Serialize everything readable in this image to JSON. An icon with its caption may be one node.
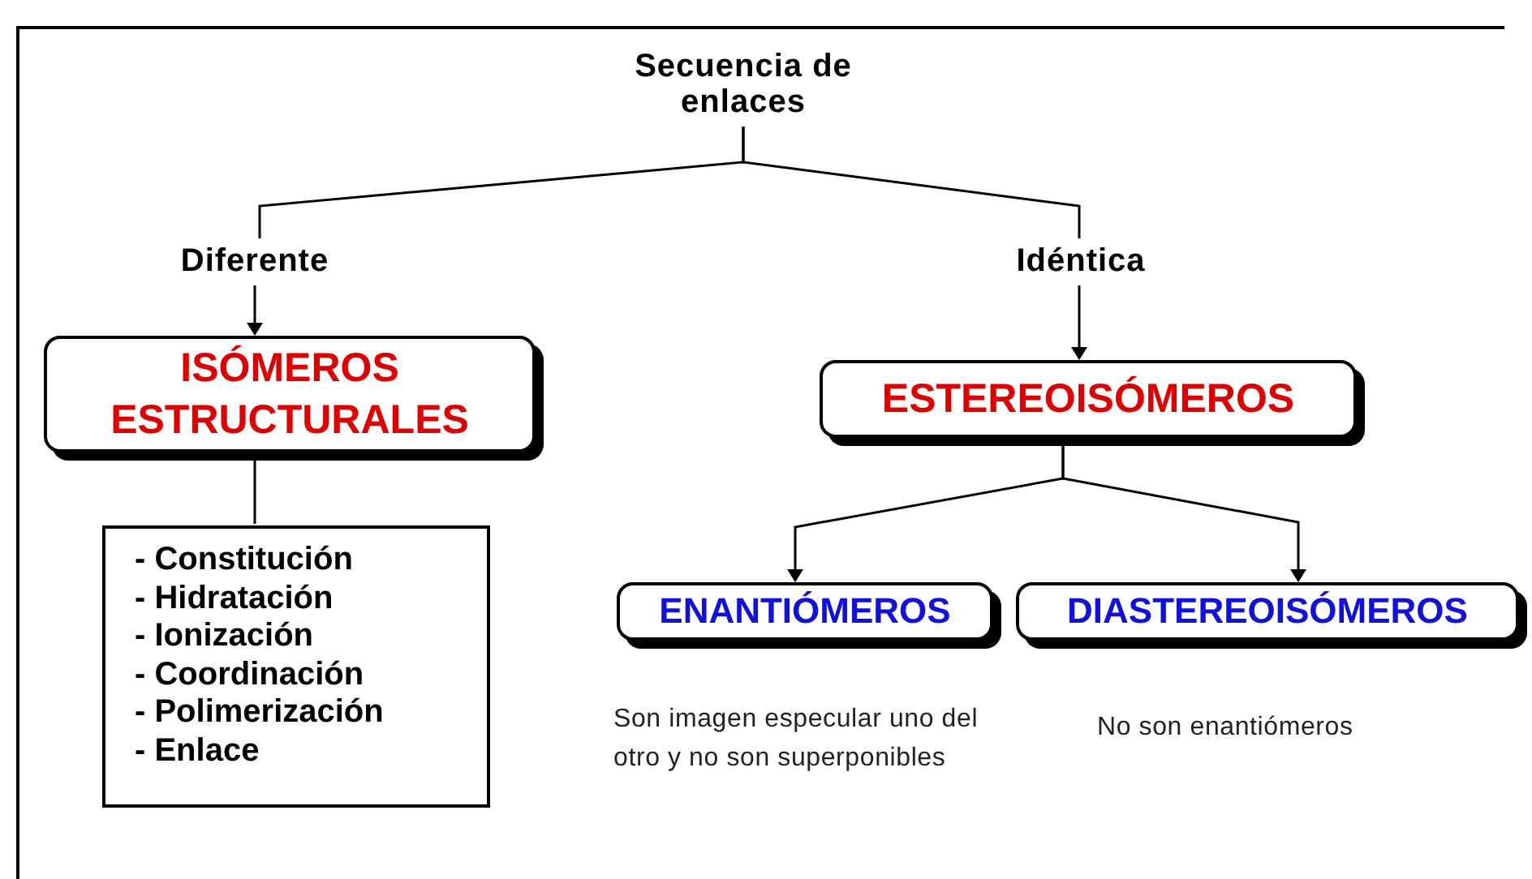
{
  "diagram": {
    "nodes": [
      {
        "text": [
          "Secuencia de enlaces"
        ]
      },
      {
        "text": [
          "Diferente"
        ]
      },
      {
        "text": [
          "Idéntica"
        ]
      },
      {
        "text": [
          "ISÓMEROS ESTRUCTURALES"
        ]
      },
      {
        "text": [
          "ESTEREOISÓMEROS"
        ]
      },
      {
        "text": [
          "- Constitución",
          "- Hidratación",
          "- Ionización",
          "- Coordinación",
          "- Polimerización",
          "- Enlace"
        ]
      },
      {
        "text": [
          "ENANTIÓMEROS"
        ],
        "beside": [
          "Son imagen especular uno del otro y no son superponibles"
        ]
      },
      {
        "text": [
          "DIASTEREOISÓMEROS"
        ],
        "beside": [
          "No son enantiómeros"
        ]
      }
    ],
    "edges": [
      {
        "from": 0,
        "to": 1,
        "arrow": "none"
      },
      {
        "from": 0,
        "to": 2,
        "arrow": "none"
      },
      {
        "from": 1,
        "to": 3,
        "arrow": "to"
      },
      {
        "from": 2,
        "to": 4,
        "arrow": "to"
      },
      {
        "from": 3,
        "to": 5,
        "arrow": "none"
      },
      {
        "from": 4,
        "to": 6,
        "arrow": "to"
      },
      {
        "from": 4,
        "to": 7,
        "arrow": "to"
      }
    ]
  }
}
